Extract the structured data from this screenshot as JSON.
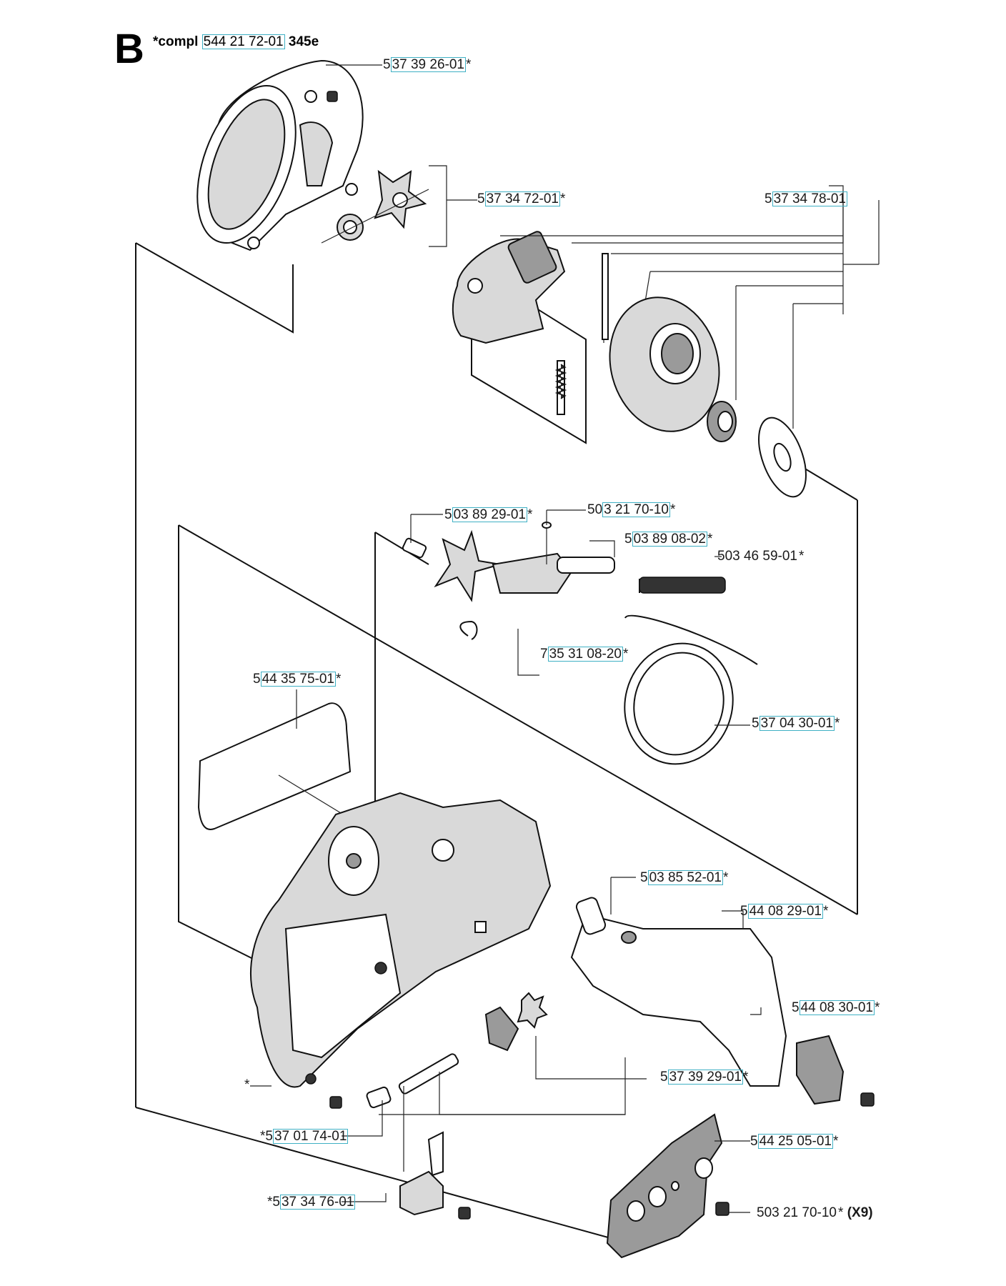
{
  "header": {
    "section": "B",
    "prefix": "*compl",
    "part_number": "544 21 72-01",
    "model": "345e"
  },
  "callouts": [
    {
      "id": "c1",
      "lead": "5",
      "pn": "37 39 26-01",
      "suffix": "*"
    },
    {
      "id": "c2",
      "lead": "5",
      "pn": "37 34 72-01",
      "suffix": "*"
    },
    {
      "id": "c3",
      "lead": "5",
      "pn": "37 34 78-01",
      "suffix": ""
    },
    {
      "id": "c4",
      "lead": "5",
      "pn": "03 89 29-01",
      "suffix": "*"
    },
    {
      "id": "c5",
      "lead": "50",
      "pn": "3 21 70-10",
      "suffix": "*"
    },
    {
      "id": "c6",
      "lead": "5",
      "pn": "03 89 08-02",
      "suffix": "*"
    },
    {
      "id": "c7",
      "lead": "",
      "pn": "503 46 59-01",
      "suffix": "*",
      "plain": true
    },
    {
      "id": "c8",
      "lead": "7",
      "pn": "35 31 08-20",
      "suffix": "*"
    },
    {
      "id": "c9",
      "lead": "5",
      "pn": "44 35 75-01",
      "suffix": "*"
    },
    {
      "id": "c10",
      "lead": "5",
      "pn": "37 04 30-01",
      "suffix": "*"
    },
    {
      "id": "c11",
      "lead": "5",
      "pn": "03 85 52-01",
      "suffix": "*"
    },
    {
      "id": "c12",
      "lead": "5",
      "pn": "44 08 29-01",
      "suffix": "*"
    },
    {
      "id": "c13",
      "lead": "5",
      "pn": "44 08 30-01",
      "suffix": "*"
    },
    {
      "id": "c14",
      "lead": "5",
      "pn": "37 39 29-01",
      "suffix": "*"
    },
    {
      "id": "c15",
      "lead": "",
      "pn": "*",
      "suffix": "",
      "plain": true
    },
    {
      "id": "c16",
      "lead": "*5",
      "pn": "37 01 74-01",
      "suffix": ""
    },
    {
      "id": "c17",
      "lead": "5",
      "pn": "44 25 05-01",
      "suffix": "*"
    },
    {
      "id": "c18",
      "lead": "*5",
      "pn": "37 34 76-01",
      "suffix": ""
    },
    {
      "id": "c19",
      "lead": "",
      "pn": "503 21 70-10",
      "suffix": "*",
      "plain": true,
      "qty": "(X9)"
    }
  ]
}
